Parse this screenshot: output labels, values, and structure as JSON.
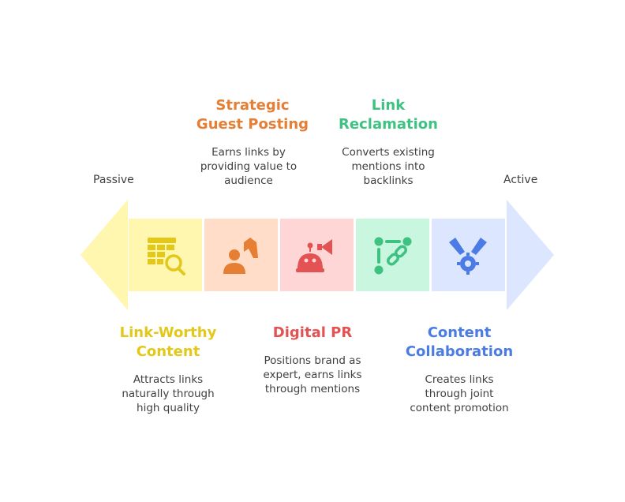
{
  "ends": {
    "left": "Passive",
    "right": "Active"
  },
  "colors": {
    "yellow_bg": "#FFF7B0",
    "yellow_fg": "#E3C81A",
    "orange_bg": "#FFDDC8",
    "orange_fg": "#E67E33",
    "red_bg": "#FFD6D6",
    "red_fg": "#E35353",
    "green_bg": "#C9F6DF",
    "green_fg": "#3DC282",
    "blue_bg": "#DCE7FF",
    "blue_fg": "#4B7BE5"
  },
  "items": [
    {
      "title": [
        "Link-Worthy",
        "Content"
      ],
      "desc": [
        "Attracts links",
        "naturally through",
        "high quality"
      ],
      "icon": "table-search-icon"
    },
    {
      "title": [
        "Strategic",
        "Guest Posting"
      ],
      "desc": [
        "Earns links by",
        "providing value to",
        "audience"
      ],
      "icon": "person-presenting-icon"
    },
    {
      "title": [
        "Digital PR"
      ],
      "desc": [
        "Positions brand as",
        "expert, earns links",
        "through mentions"
      ],
      "icon": "robot-megaphone-icon"
    },
    {
      "title": [
        "Link",
        "Reclamation"
      ],
      "desc": [
        "Converts existing",
        "mentions into",
        "backlinks"
      ],
      "icon": "nodes-link-icon"
    },
    {
      "title": [
        "Content",
        "Collaboration"
      ],
      "desc": [
        "Creates links",
        "through joint",
        "content promotion"
      ],
      "icon": "collaboration-gear-icon"
    }
  ]
}
